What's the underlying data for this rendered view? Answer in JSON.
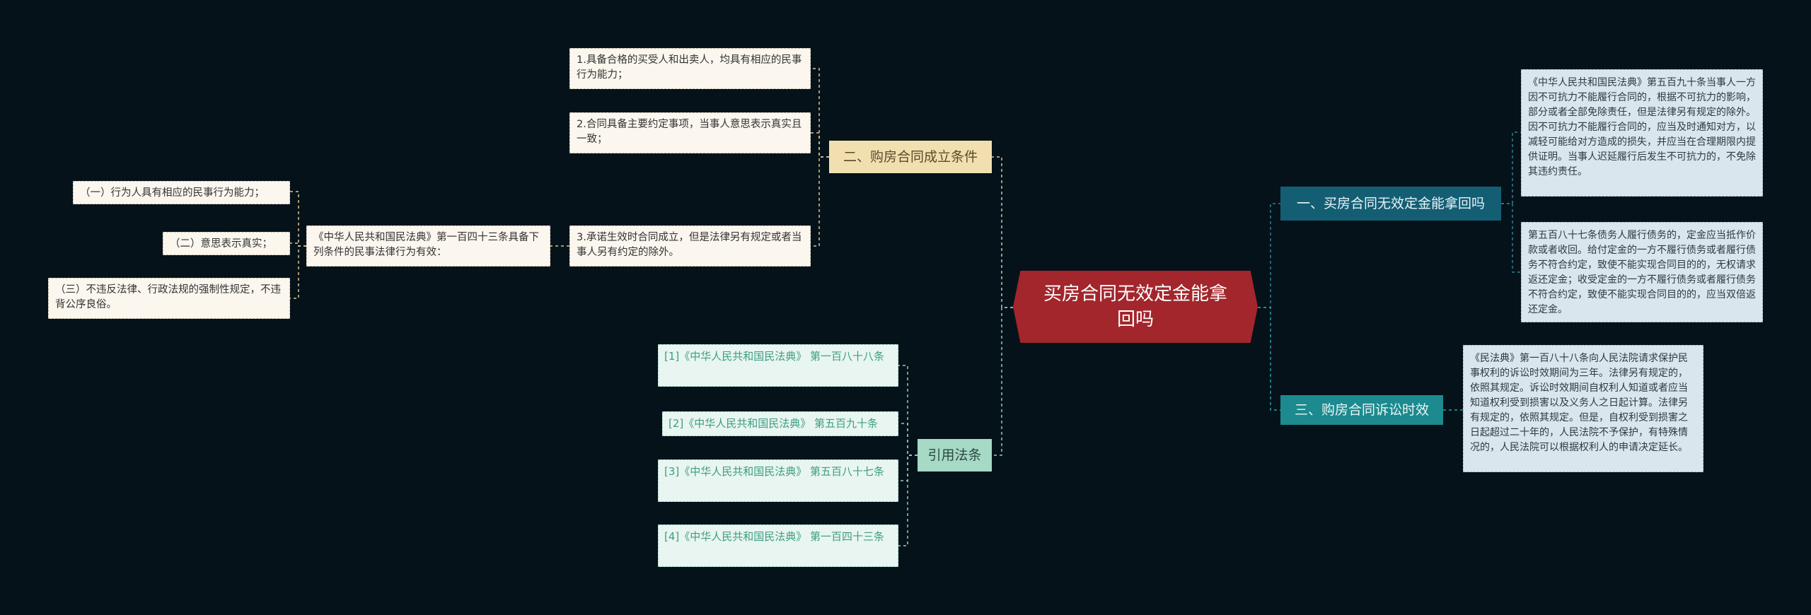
{
  "central": "买房合同无效定金能拿回吗",
  "branches": {
    "conditions": {
      "label": "二、购房合同成立条件",
      "items": [
        "1.具备合格的买受人和出卖人，均具有相应的民事行为能力；",
        "2.合同具备主要约定事项，当事人意思表示真实且一致；",
        "3.承诺生效时合同成立，但是法律另有规定或者当事人另有约定的除外。"
      ],
      "law": "《中华人民共和国民法典》第一百四十三条具备下列条件的民事法律行为有效：",
      "law_items": [
        "（一）行为人具有相应的民事行为能力；",
        "（二）意思表示真实；",
        "（三）不违反法律、行政法规的强制性规定，不违背公序良俗。"
      ]
    },
    "citations": {
      "label": "引用法条",
      "items": [
        "[1]《中华人民共和国民法典》 第一百八十八条",
        "[2]《中华人民共和国民法典》 第五百九十条",
        "[3]《中华人民共和国民法典》 第五百八十七条",
        "[4]《中华人民共和国民法典》 第一百四十三条"
      ]
    },
    "deposit": {
      "label": "一、买房合同无效定金能拿回吗",
      "items": [
        "《中华人民共和国民法典》第五百九十条当事人一方因不可抗力不能履行合同的，根据不可抗力的影响，部分或者全部免除责任，但是法律另有规定的除外。因不可抗力不能履行合同的，应当及时通知对方，以减轻可能给对方造成的损失，并应当在合理期限内提供证明。当事人迟延履行后发生不可抗力的，不免除其违约责任。",
        "第五百八十七条债务人履行债务的，定金应当抵作价款或者收回。给付定金的一方不履行债务或者履行债务不符合约定，致使不能实现合同目的的，无权请求返还定金；收受定金的一方不履行债务或者履行债务不符合约定，致使不能实现合同目的的，应当双倍返还定金。"
      ]
    },
    "limitation": {
      "label": "三、购房合同诉讼时效",
      "items": [
        "《民法典》第一百八十八条向人民法院请求保护民事权利的诉讼时效期间为三年。法律另有规定的，依照其规定。诉讼时效期间自权利人知道或者应当知道权利受到损害以及义务人之日起计算。法律另有规定的，依照其规定。但是，自权利受到损害之日起超过二十年的，人民法院不予保护，有特殊情况的，人民法院可以根据权利人的申请决定延长。"
      ]
    }
  },
  "colors": {
    "background": "#06121a",
    "central": "#a2262c",
    "branch_conditions": "#f2dfb0",
    "branch_deposit": "#145e74",
    "branch_limitation": "#1c8a8f",
    "branch_citations": "#a6d9c6"
  }
}
